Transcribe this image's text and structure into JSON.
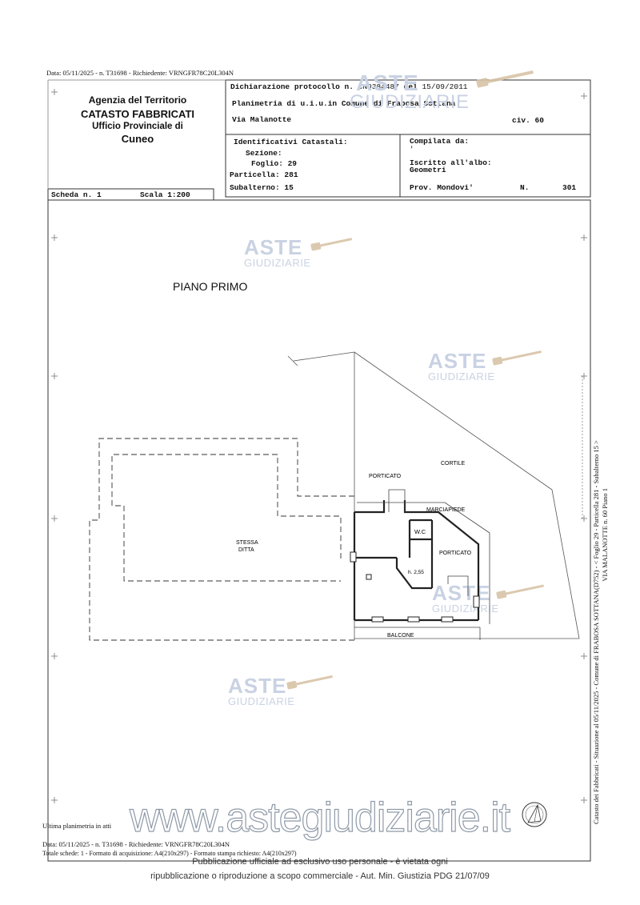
{
  "header": {
    "top_note": "Data: 05/11/2025 - n. T31698 - Richiedente: VRNGFR78C20L304N",
    "agency": "Agenzia del Territorio",
    "catasto": "CATASTO FABBRICATI",
    "ufficio": "Ufficio Provinciale di",
    "city": "Cuneo"
  },
  "declaration": {
    "protocol_label": "Dichiarazione protocollo n.",
    "protocol_number": "CN0384487",
    "protocol_del": "del",
    "protocol_date": "15/09/2011",
    "planimetria": "Planimetria di u.i.u.in Comune di Frabosa Sottana",
    "via": "Via Malanotte",
    "civ": "civ. 60"
  },
  "identificativi": {
    "title": "Identificativi Catastali:",
    "sezione": "Sezione:",
    "foglio": "Foglio: 29",
    "particella": "Particella: 281",
    "subalterno": "Subalterno: 15"
  },
  "compilata": {
    "title": "Compilata da:",
    "blank": "'",
    "iscritto": "Iscritto all'albo:",
    "albo": "Geometri",
    "prov": "Prov. Mondovi'",
    "n_label": "N.",
    "n_value": "301"
  },
  "scheda": {
    "scheda": "Scheda n. 1",
    "scala": "Scala 1:200"
  },
  "plan": {
    "title": "PIANO PRIMO",
    "labels": {
      "cortile": "CORTILE",
      "porticato_top": "PORTICATO",
      "marciapiede": "MARCIAPIEDE",
      "wc": "W.C",
      "porticato_right": "PORTICATO",
      "stessa": "STESSA",
      "ditta": "DITTA",
      "height": "h. 2,55",
      "balcone": "BALCONE"
    }
  },
  "side_text": {
    "line1": "Catasto dei Fabbricati - Situazione al 05/11/2025 - Comune di FRABOSA SOTTANA(D752) - < Foglio 29 - Particella 281 - Subalterno 15 >",
    "line2": "VIA MALANOTTE n. 60 Piano 1"
  },
  "footer": {
    "ultima": "Ultima planimetria in atti",
    "data": "Data: 05/11/2025 - n. T31698 - Richiedente: VRNGFR78C20L304N",
    "totale": "Totale schede: 1 - Formato di acquisizione: A4(210x297) - Formato stampa richiesto: A4(210x297)",
    "pubblicazione": "Pubblicazione ufficiale ad esclusivo uso personale - è vietata ogni",
    "ripubblicazione": "ripubblicazione o riproduzione a scopo commerciale - Aut. Min. Giustizia PDG 21/07/09"
  },
  "watermark": {
    "aste": "ASTE",
    "giudiziarie": "GIUDIZIARIE",
    "site": "www.astegiudiziarie.it"
  }
}
